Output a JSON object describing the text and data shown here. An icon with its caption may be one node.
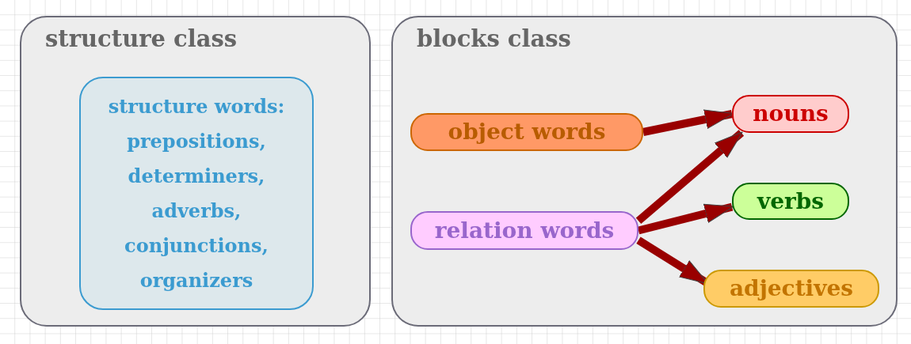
{
  "diagram": {
    "nodes": [
      {
        "text": [
          "structure class"
        ]
      },
      {
        "text": [
          "structure words:",
          "prepositions, determiners, adverbs, conjunctions, organizers"
        ],
        "in": 0
      },
      {
        "text": [
          "blocks class"
        ]
      },
      {
        "text": [
          "object words"
        ],
        "in": 2
      },
      {
        "text": [
          "relation words"
        ],
        "in": 2
      },
      {
        "text": [
          "nouns"
        ],
        "in": 2
      },
      {
        "text": [
          "verbs"
        ],
        "in": 2
      },
      {
        "text": [
          "adjectives"
        ],
        "in": 2
      }
    ],
    "edges": [
      {
        "from": 3,
        "to": 5,
        "arrow": "to"
      },
      {
        "from": 4,
        "to": 5,
        "arrow": "to"
      },
      {
        "from": 4,
        "to": 6,
        "arrow": "to"
      },
      {
        "from": 4,
        "to": 7,
        "arrow": "to"
      }
    ]
  }
}
